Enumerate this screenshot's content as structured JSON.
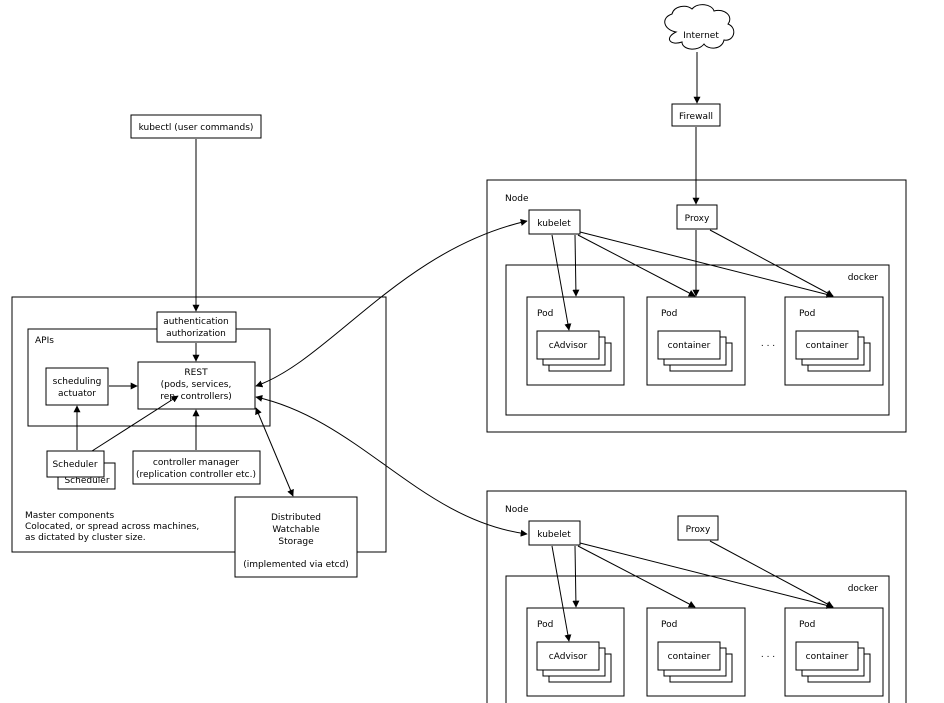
{
  "internet": {
    "label": "Internet"
  },
  "firewall": {
    "label": "Firewall"
  },
  "kubectl": {
    "label": "kubectl (user commands)"
  },
  "master": {
    "auth_line1": "authentication",
    "auth_line2": "authorization",
    "apis_label": "APIs",
    "rest_line1": "REST",
    "rest_line2": "(pods, services,",
    "rest_line3": "rep. controllers)",
    "sched_act_line1": "scheduling",
    "sched_act_line2": "actuator",
    "scheduler_front": "Scheduler",
    "scheduler_back": "Scheduler",
    "ctrl_line1": "controller manager",
    "ctrl_line2": "(replication controller etc.)",
    "desc_line1": "Master components",
    "desc_line2": "Colocated, or spread across machines,",
    "desc_line3": "as dictated by cluster size.",
    "storage_line1": "Distributed",
    "storage_line2": "Watchable",
    "storage_line3": "Storage",
    "storage_line4": "(implemented via etcd)"
  },
  "node_top": {
    "node_label": "Node",
    "kubelet": "kubelet",
    "proxy": "Proxy",
    "docker": "docker",
    "pod1_label": "Pod",
    "pod1_inner": "cAdvisor",
    "pod2_label": "Pod",
    "pod2_inner": "container",
    "pod3_label": "Pod",
    "pod3_inner": "container",
    "ellipsis": ". . ."
  },
  "node_bottom": {
    "node_label": "Node",
    "kubelet": "kubelet",
    "proxy": "Proxy",
    "docker": "docker",
    "pod1_label": "Pod",
    "pod1_inner": "cAdvisor",
    "pod2_label": "Pod",
    "pod2_inner": "container",
    "pod3_label": "Pod",
    "pod3_inner": "container",
    "ellipsis": ". . ."
  }
}
